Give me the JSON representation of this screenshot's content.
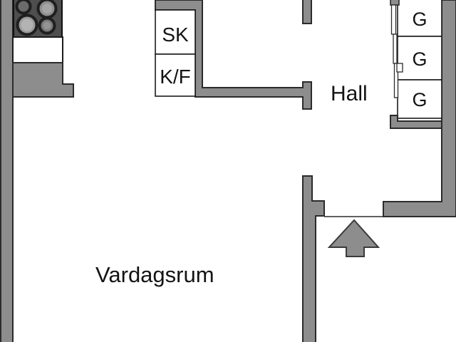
{
  "labels": {
    "living_room": "Vardagsrum",
    "hall": "Hall",
    "cleaning_cabinet": "SK",
    "fridge_freezer": "K/F",
    "wardrobes": [
      "G",
      "G",
      "G"
    ]
  },
  "icons": {
    "stove": "stove-icon",
    "entrance_arrow": "entrance-arrow-icon"
  },
  "colors": {
    "wall_fill": "#8d8d8d",
    "wall_outline": "#2b2b2b",
    "stove_fill": "#4e4e4e",
    "burner_ring": "#1f1f1f",
    "box_fill": "#ffffff",
    "box_border": "#1c1c1c",
    "text": "#141414",
    "background": "#ffffff"
  }
}
